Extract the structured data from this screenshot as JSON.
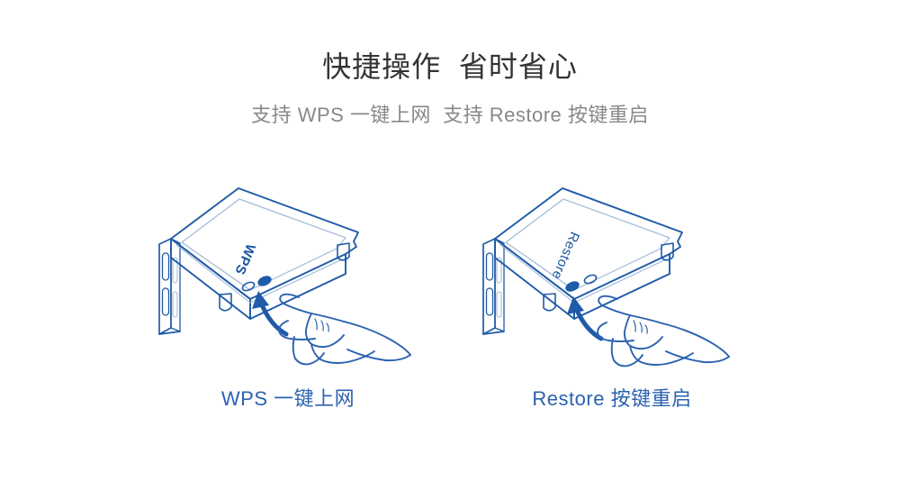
{
  "header": {
    "title": "快捷操作  省时省心",
    "subtitle": "支持 WPS 一键上网  支持 Restore 按键重启"
  },
  "colors": {
    "title_text": "#333333",
    "subtitle_text": "#888888",
    "caption_text": "#2b62b0",
    "line_art_stroke": "#1f5ba8",
    "line_art_light_stroke": "#9fb8d8",
    "device_label_text": "#1a55a0",
    "background": "#ffffff"
  },
  "panels": [
    {
      "id": "wps",
      "device_label": "WPS",
      "caption": "WPS 一键上网",
      "illustration_name": "router-wps-press-illustration",
      "arrow_name": "press-arrow-icon",
      "hand_name": "pointing-hand-icon",
      "button_indicator": "filled-button-right",
      "led_indicator": "outline-led-left"
    },
    {
      "id": "restore",
      "device_label": "Restore",
      "caption": "Restore 按键重启",
      "illustration_name": "router-restore-press-illustration",
      "arrow_name": "press-arrow-icon",
      "hand_name": "pointing-hand-icon",
      "button_indicator": "filled-button-left",
      "led_indicator": "outline-led-right"
    }
  ]
}
